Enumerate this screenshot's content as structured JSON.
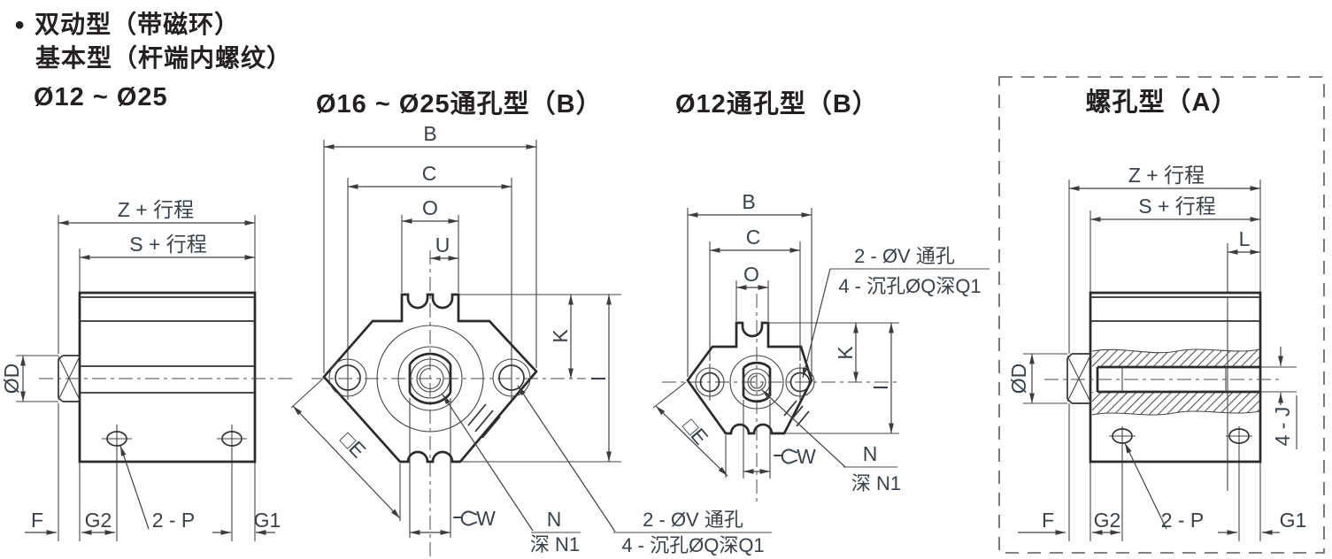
{
  "header": {
    "bullet": "●",
    "line1": "双动型（带磁环）",
    "line2": "基本型（杆端内螺纹）"
  },
  "panels": {
    "basic": {
      "title": "Ø12 ~ Ø25",
      "dim_z": "Z + 行程",
      "dim_s": "S + 行程",
      "dim_d": "ØD",
      "dim_f": "F",
      "dim_g2": "G2",
      "dim_p": "2 - P",
      "dim_g1": "G1"
    },
    "through_b_large": {
      "title": "Ø16 ~ Ø25通孔型（B）",
      "dim_b": "B",
      "dim_c": "C",
      "dim_o": "O",
      "dim_u": "U",
      "dim_k": "K",
      "dim_i": "I",
      "dim_e": "□E",
      "dim_w": "W",
      "dim_n": "N",
      "dim_n1": "深 N1",
      "note_line1": "2 - ØV 通孔",
      "note_line2": "4 - 沉孔ØQ深Q1"
    },
    "through_b_small": {
      "title": "Ø12通孔型（B）",
      "dim_b": "B",
      "dim_c": "C",
      "dim_o": "O",
      "dim_k": "K",
      "dim_i": "I",
      "dim_e": "□E",
      "dim_w": "W",
      "dim_n": "N",
      "dim_n1": "深 N1",
      "note_line1": "2 - ØV 通孔",
      "note_line2": "4 - 沉孔ØQ深Q1"
    },
    "thread_a": {
      "title": "螺孔型（A）",
      "dim_z": "Z + 行程",
      "dim_s": "S + 行程",
      "dim_l": "L",
      "dim_d": "ØD",
      "dim_j": "4 - J",
      "dim_f": "F",
      "dim_g2": "G2",
      "dim_p": "2 - P",
      "dim_g1": "G1"
    }
  },
  "colors": {
    "line": "#454545",
    "outline": "#2b2b2b",
    "text": "#3a4149",
    "title": "#242021",
    "background": "#ffffff"
  }
}
